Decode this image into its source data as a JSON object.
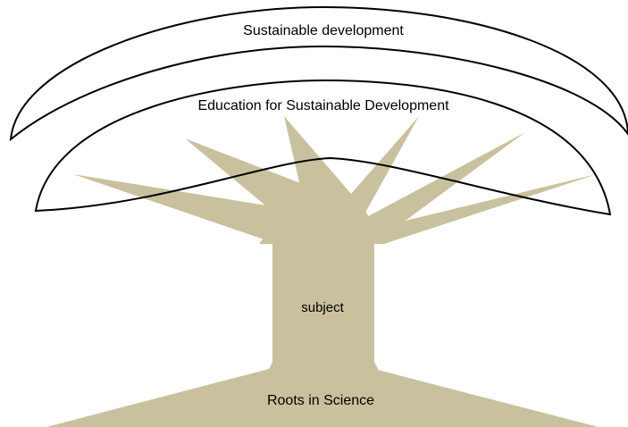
{
  "diagram": {
    "outer_arc_label": "Sustainable development",
    "inner_arc_label": "Education for Sustainable Development",
    "trunk_label": "subject",
    "roots_label": "Roots in Science"
  },
  "colors": {
    "tree_fill": "#c9c19e",
    "arc_stroke": "#000000",
    "background": "#ffffff"
  }
}
